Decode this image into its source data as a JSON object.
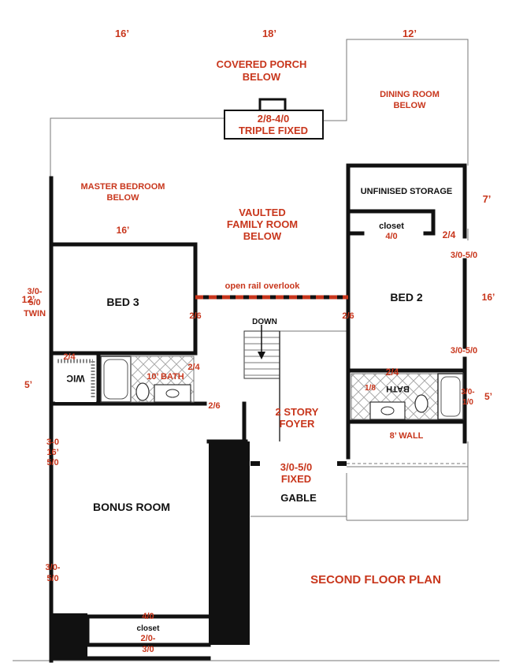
{
  "title": "SECOND FLOOR PLAN",
  "colors": {
    "label_red": "#c8361c",
    "wall": "#111111",
    "background": "#ffffff"
  },
  "dimensions": {
    "top_left": "16’",
    "top_mid": "18’",
    "top_right": "12’",
    "right_7": "7’",
    "bed3_top": "16’",
    "left_12": "12’",
    "right_16": "16’",
    "left_5": "5’",
    "right_5": "5’",
    "bonus_16": "16’",
    "bath_10": "10’ BATH",
    "wall_8": "8’ WALL"
  },
  "rooms": {
    "covered_porch": [
      "COVERED PORCH",
      "BELOW"
    ],
    "dining_room": [
      "DINING ROOM",
      "BELOW"
    ],
    "master_bedroom": [
      "MASTER BEDROOM",
      "BELOW"
    ],
    "unfinished_storage": "UNFINISED STORAGE",
    "family_room": [
      "VAULTED",
      "FAMILY ROOM",
      "BELOW"
    ],
    "bed3": "BED 3",
    "bed2": "BED 2",
    "foyer": [
      "2 STORY",
      "FOYER"
    ],
    "bonus_room": "BONUS ROOM",
    "gable": "GABLE",
    "wic": "WIC",
    "bath_right": "BATH",
    "closet_top": "closet",
    "closet_bottom": "closet"
  },
  "windows_doors": {
    "porch_window": [
      "2/8-4/0",
      "TRIPLE FIXED"
    ],
    "closet_top_size": "4/0",
    "bed2_door": "2/4",
    "bed2_win_top": "3/0-5/0",
    "bed2_win_bottom": "3/0-5/0",
    "bed3_door": "2/6",
    "bed2_side_door": "2/6",
    "bed3_window": [
      "3/0-",
      "5/0",
      "TWIN"
    ],
    "wic_door": "2/4",
    "bath_door": "2/4",
    "hall_door": "2/6",
    "bath_right_door": "2/4",
    "bath_right_18": "1/8",
    "bath_right_window": [
      "3/0-",
      "1/0"
    ],
    "foyer_window": [
      "3/0-5/0",
      "FIXED"
    ],
    "bonus_window_top": [
      "3-0",
      "5/0"
    ],
    "bonus_window_bottom": [
      "3/0-",
      "5/0"
    ],
    "closet_bottom_size": "4/0",
    "closet_bottom_door": [
      "2/0-",
      "3/0"
    ],
    "rail": "open rail overlook",
    "down": "DOWN"
  }
}
